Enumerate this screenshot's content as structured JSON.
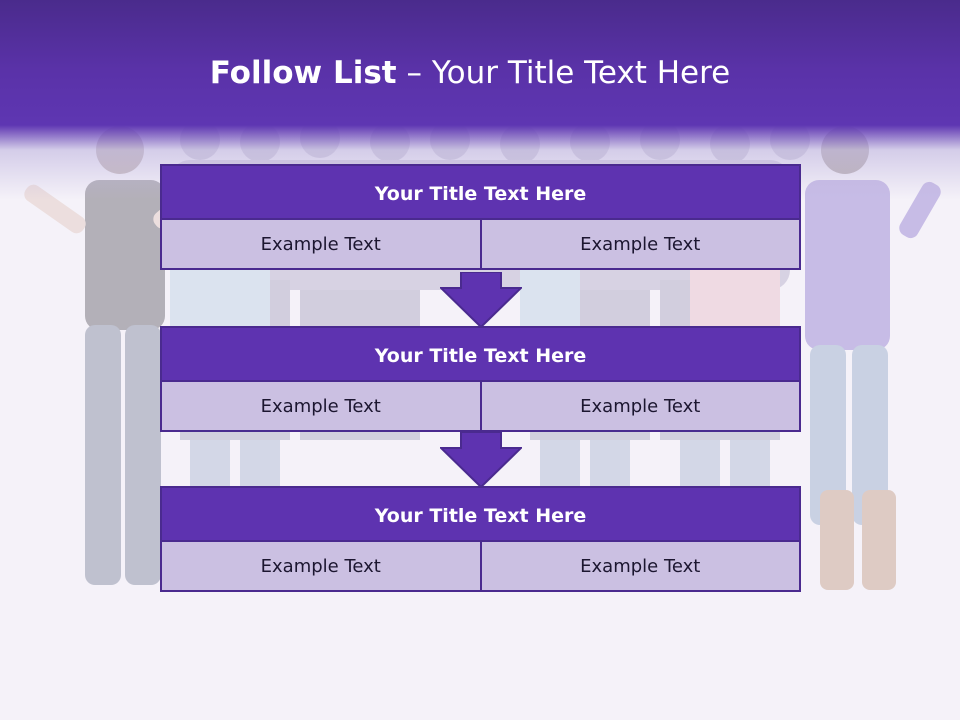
{
  "title": {
    "bold": "Follow List",
    "rest": " – Your Title Text Here"
  },
  "colors": {
    "primary": "#5e33b0",
    "primary_dark": "#4a2a8f",
    "cell_fill": "#cbc0e2",
    "background": "#f5f2f9"
  },
  "background_image": "faded-crowd-of-people",
  "steps": [
    {
      "title": "Your Title Text Here",
      "cells": [
        "Example Text",
        "Example Text"
      ]
    },
    {
      "title": "Your Title Text Here",
      "cells": [
        "Example Text",
        "Example Text"
      ]
    },
    {
      "title": "Your Title Text Here",
      "cells": [
        "Example Text",
        "Example Text"
      ]
    }
  ],
  "connectors": [
    "down-arrow-icon",
    "down-arrow-icon"
  ]
}
